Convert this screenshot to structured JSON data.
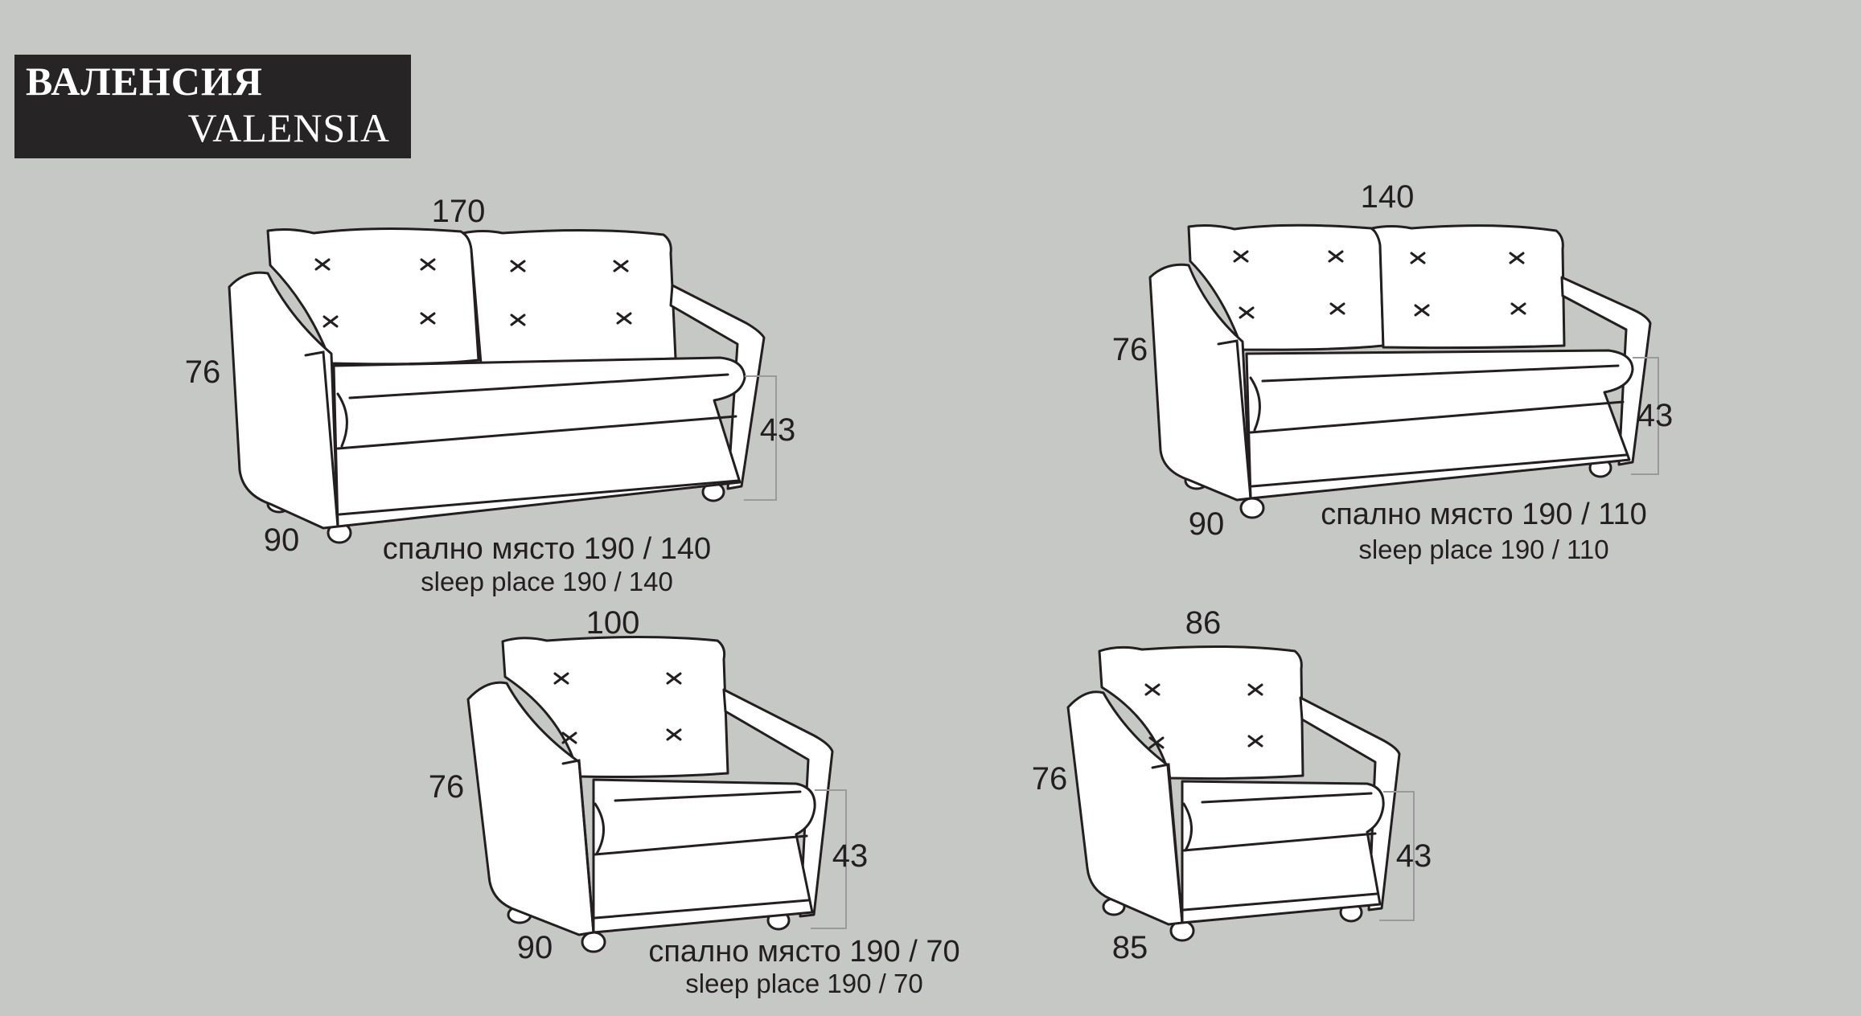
{
  "header": {
    "title_ru": "ВАЛЕНСИЯ",
    "title_en": "VALENSIA"
  },
  "colors": {
    "background": "#c6c8c6",
    "title_box": "#272425",
    "line": "#231f20",
    "fill": "#ffffff"
  },
  "models": [
    {
      "id": "sofa-3",
      "width": "170",
      "height": "76",
      "depth": "90",
      "seat_height": "43",
      "sleep_ru": "спално място 190 / 140",
      "sleep_en": "sleep place 190 / 140"
    },
    {
      "id": "sofa-2",
      "width": "140",
      "height": "76",
      "depth": "90",
      "seat_height": "43",
      "sleep_ru": "спално място 190 / 110",
      "sleep_en": "sleep place 190 / 110"
    },
    {
      "id": "armchair-bed",
      "width": "100",
      "height": "76",
      "depth": "90",
      "seat_height": "43",
      "sleep_ru": "спално място 190 / 70",
      "sleep_en": "sleep place 190 / 70"
    },
    {
      "id": "armchair",
      "width": "86",
      "height": "76",
      "depth": "85",
      "seat_height": "43"
    }
  ]
}
